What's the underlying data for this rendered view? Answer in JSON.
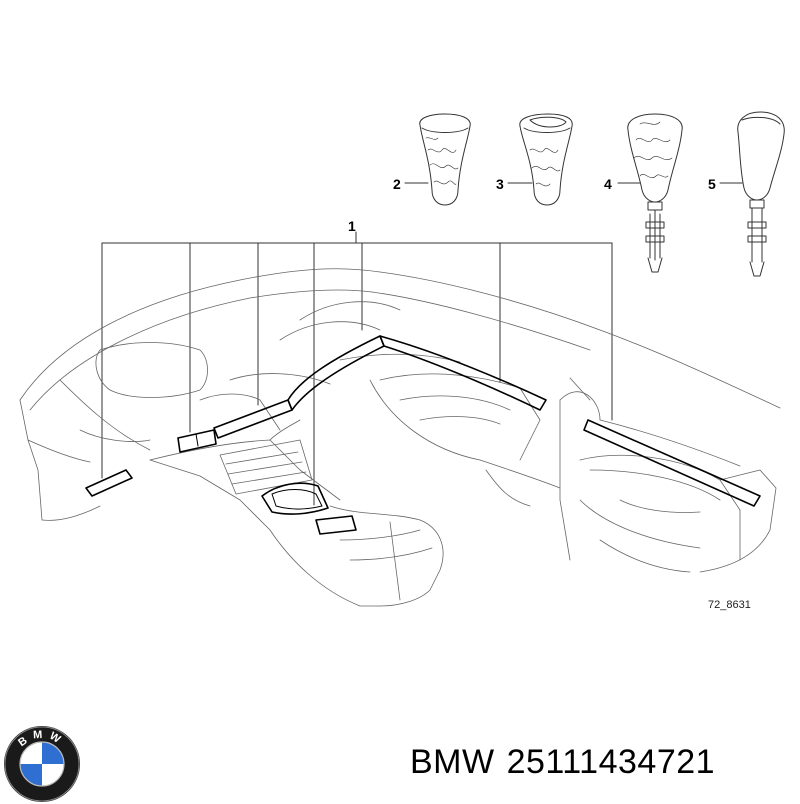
{
  "diagram": {
    "callouts": {
      "trim_set": "1",
      "knob_2": "2",
      "knob_3": "3",
      "knob_4": "4",
      "knob_5": "5"
    },
    "drawing_id": "72_8631"
  },
  "footer": {
    "brand": "BMW",
    "part_number": "25111434721",
    "logo_letters": "BMW"
  },
  "colors": {
    "line": "#333333",
    "logo_blue": "#2f6fd1",
    "logo_ring": "#1a1a1a"
  }
}
